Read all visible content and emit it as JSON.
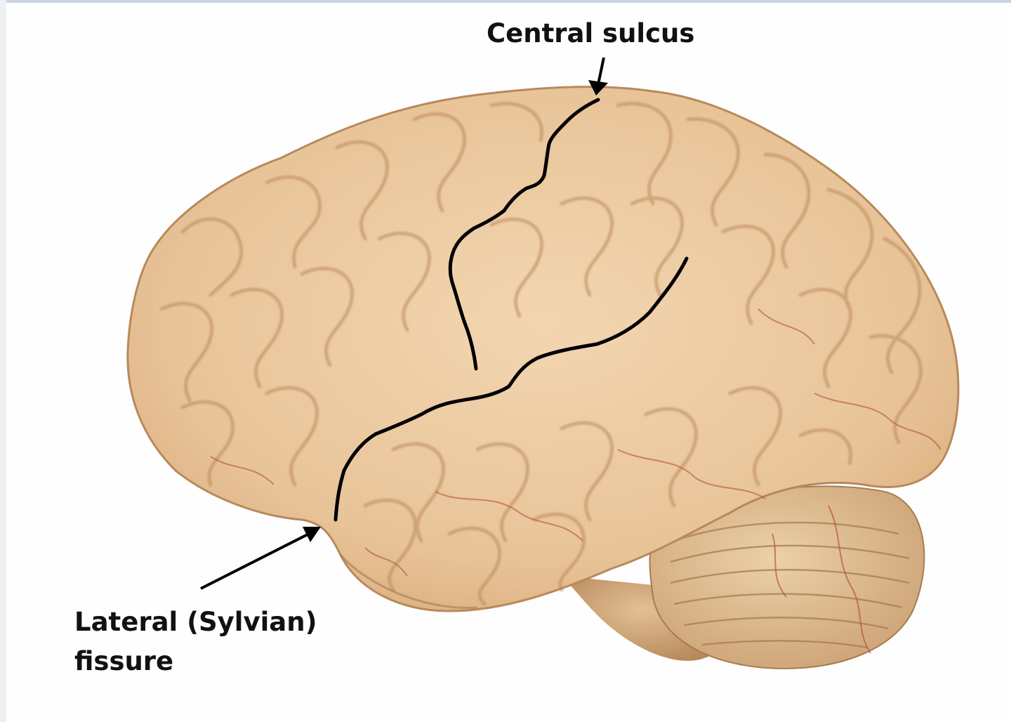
{
  "labels": {
    "central_sulcus": "Central sulcus",
    "lateral_fissure_line1": "Lateral (Sylvian)",
    "lateral_fissure_line2": "fissure"
  },
  "colors": {
    "brain_base": "#e8c398",
    "brain_light": "#f3d6b1",
    "brain_groove": "#b9885a",
    "vessel": "#b0523e",
    "cerebellum": "#dcb889",
    "annotation_line": "#000000",
    "label_text": "#111111",
    "frame_top": "#c9d3e6"
  },
  "subject": "lateral view of human brain specimen"
}
